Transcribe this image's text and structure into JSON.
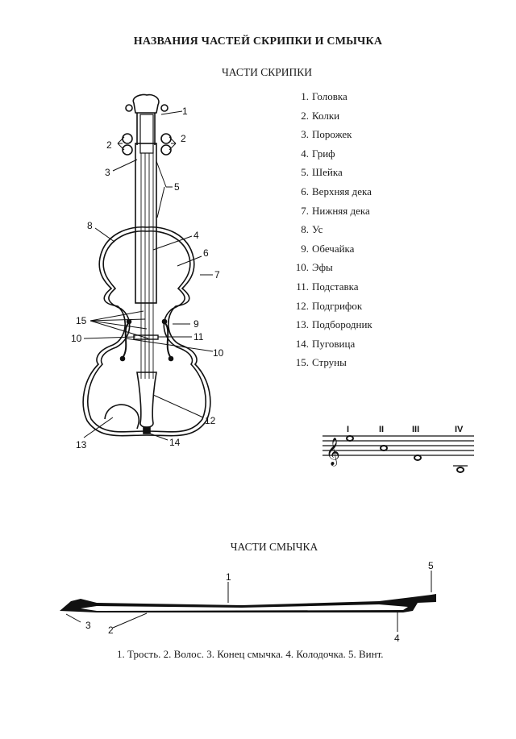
{
  "document": {
    "title": "НАЗВАНИЯ ЧАСТЕЙ СКРИПКИ И СМЫЧКА",
    "violin_section": {
      "heading": "ЧАСТИ СКРИПКИ",
      "parts": [
        {
          "num": "1.",
          "label": "Головка"
        },
        {
          "num": "2.",
          "label": "Колки"
        },
        {
          "num": "3.",
          "label": "Порожек"
        },
        {
          "num": "4.",
          "label": "Гриф"
        },
        {
          "num": "5.",
          "label": "Шейка"
        },
        {
          "num": "6.",
          "label": "Верхняя дека"
        },
        {
          "num": "7.",
          "label": "Нижняя дека"
        },
        {
          "num": "8.",
          "label": "Ус"
        },
        {
          "num": "9.",
          "label": "Обечайка"
        },
        {
          "num": "10.",
          "label": "Эфы"
        },
        {
          "num": "11.",
          "label": "Подставка"
        },
        {
          "num": "12.",
          "label": "Подгрифок"
        },
        {
          "num": "13.",
          "label": "Подбородник"
        },
        {
          "num": "14.",
          "label": "Пуговица"
        },
        {
          "num": "15.",
          "label": "Струны"
        }
      ],
      "diagram_callouts": [
        "1",
        "2",
        "2",
        "3",
        "5",
        "8",
        "4",
        "6",
        "7",
        "15",
        "9",
        "10",
        "11",
        "10",
        "12",
        "13",
        "14"
      ]
    },
    "strings_staff": {
      "labels": [
        "I",
        "II",
        "III",
        "IV"
      ],
      "clef": "treble-clef"
    },
    "bow_section": {
      "heading": "ЧАСТИ СМЫЧКА",
      "diagram_callouts": [
        "1",
        "2",
        "3",
        "4",
        "5"
      ],
      "caption": "1. Трость. 2. Волос. 3. Конец смычка.   4. Колодочка. 5. Винт."
    }
  }
}
